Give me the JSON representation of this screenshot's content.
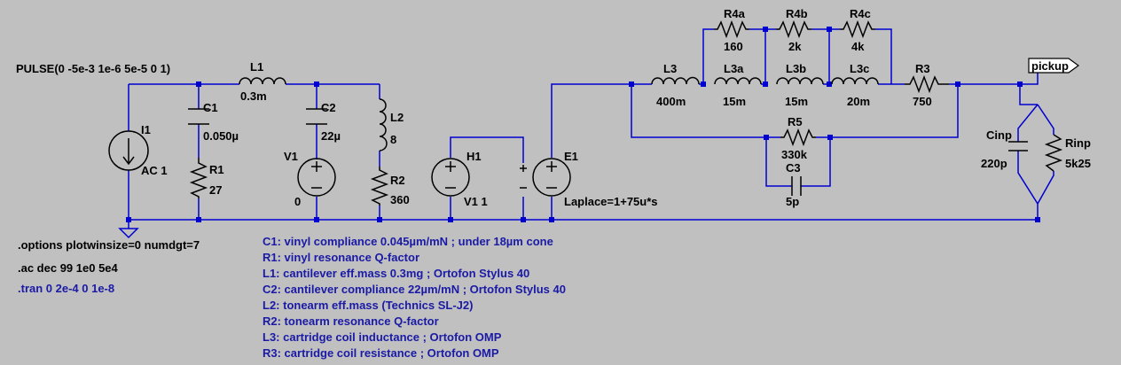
{
  "components": {
    "pulse": "PULSE(0 -5e-3 1e-6 5e-5 0 1)",
    "I1": {
      "name": "I1",
      "value": "AC 1"
    },
    "C1": {
      "name": "C1",
      "value": "0.050µ"
    },
    "R1": {
      "name": "R1",
      "value": "27"
    },
    "L1": {
      "name": "L1",
      "value": "0.3m"
    },
    "C2": {
      "name": "C2",
      "value": "22µ"
    },
    "V1": {
      "name": "V1",
      "value": "0"
    },
    "L2": {
      "name": "L2",
      "value": "8"
    },
    "R2": {
      "name": "R2",
      "value": "360"
    },
    "H1": {
      "name": "H1",
      "value": "V1 1"
    },
    "E1": {
      "name": "E1",
      "value": "Laplace=1+75u*s"
    },
    "L3": {
      "name": "L3",
      "value": "400m"
    },
    "L3a": {
      "name": "L3a",
      "value": "15m"
    },
    "L3b": {
      "name": "L3b",
      "value": "15m"
    },
    "L3c": {
      "name": "L3c",
      "value": "20m"
    },
    "R4a": {
      "name": "R4a",
      "value": "160"
    },
    "R4b": {
      "name": "R4b",
      "value": "2k"
    },
    "R4c": {
      "name": "R4c",
      "value": "4k"
    },
    "R3": {
      "name": "R3",
      "value": "750"
    },
    "R5": {
      "name": "R5",
      "value": "330k"
    },
    "C3": {
      "name": "C3",
      "value": "5p"
    },
    "Cinp": {
      "name": "Cinp",
      "value": "220p"
    },
    "Rinp": {
      "name": "Rinp",
      "value": "5k25"
    },
    "pickup": "pickup"
  },
  "directives": {
    "options": ".options plotwinsize=0 numdgt=7",
    "ac": ".ac dec 99 1e0 5e4",
    "tran": ".tran 0 2e-4 0 1e-8"
  },
  "comments": [
    "C1: vinyl compliance 0.045µm/mN ; under 18µm cone",
    "R1: vinyl resonance Q-factor",
    "L1: cantilever eff.mass 0.3mg ; Ortofon Stylus 40",
    "C2: cantilever compliance 22µm/mN ; Ortofon Stylus 40",
    "L2: tonearm eff.mass (Technics SL-J2)",
    "R2: tonearm resonance Q-factor",
    "L3: cartridge coil inductance ; Ortofon OMP",
    "R3: cartridge coil resistance ; Ortofon OMP"
  ],
  "colors": {
    "background": "#c0c0c0",
    "wire": "#0000d0",
    "component": "#000000",
    "comment": "#1a1aa6"
  }
}
